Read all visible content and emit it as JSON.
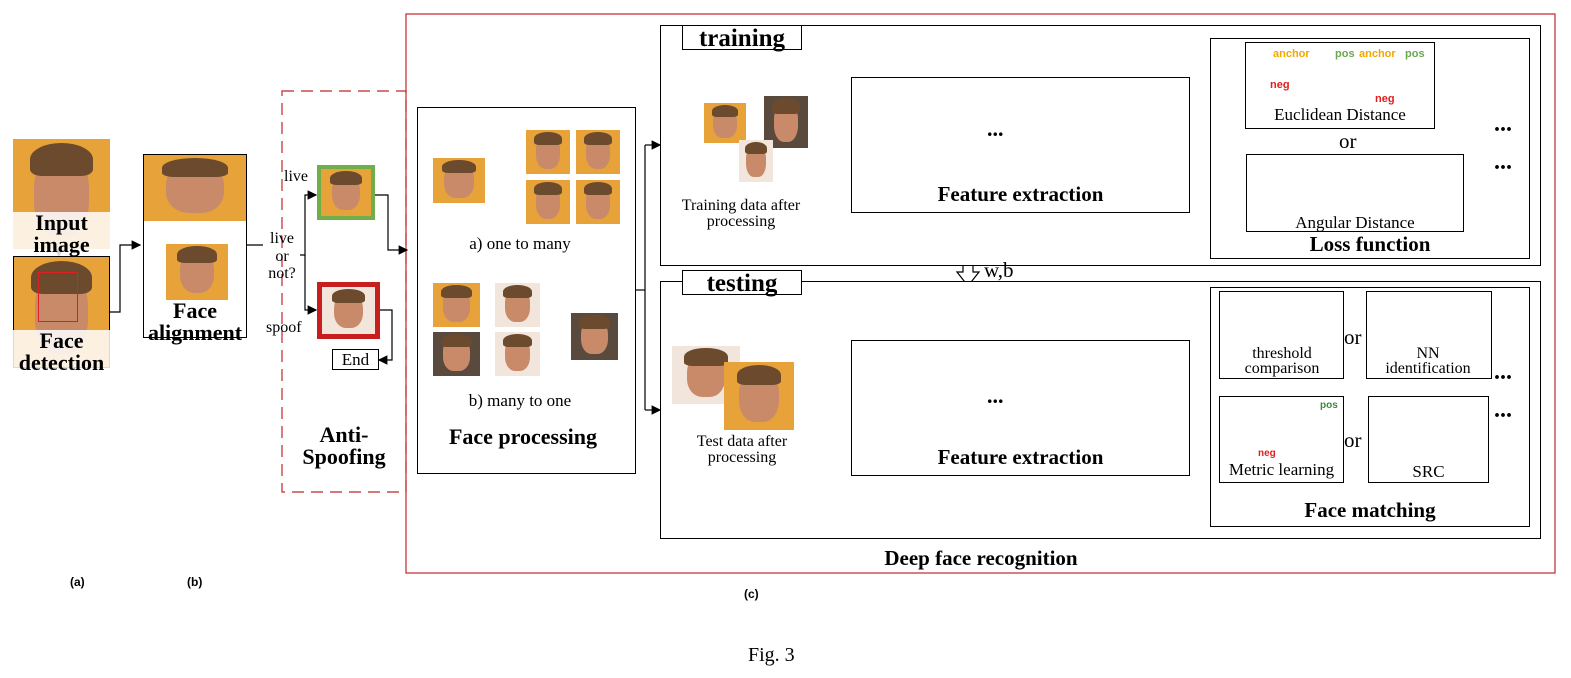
{
  "stages": {
    "input_image": "Input image",
    "face_detection": "Face detection",
    "face_alignment": "Face alignment",
    "live_or_not": "live or not?",
    "live": "live",
    "spoof": "spoof",
    "end": "End",
    "anti_spoofing": "Anti-Spoofing"
  },
  "face_processing": {
    "one_to_many": "a) one to many",
    "many_to_one": "b) many to one",
    "title": "Face processing"
  },
  "training": {
    "title": "training",
    "data_label": "Training data after processing",
    "feature_extraction": "Feature extraction",
    "loss": {
      "anchor": "anchor",
      "pos": "pos",
      "neg": "neg",
      "euclidean": "Euclidean Distance",
      "or": "or",
      "angular": "Angular Distance",
      "title": "Loss function"
    }
  },
  "wb": "w,b",
  "testing": {
    "title": "testing",
    "data_label": "Test data after processing",
    "feature_extraction": "Feature extraction",
    "matching": {
      "threshold": "threshold comparison",
      "or": "or",
      "nn": "NN identification",
      "metric": "Metric learning",
      "pos": "pos",
      "neg": "neg",
      "src": "SRC",
      "title": "Face matching"
    }
  },
  "ellipsis": "...",
  "deep_face_recognition": "Deep face recognition",
  "panel_labels": {
    "a": "(a)",
    "b": "(b)",
    "c": "(c)"
  },
  "figure_caption": "Fig. 3"
}
